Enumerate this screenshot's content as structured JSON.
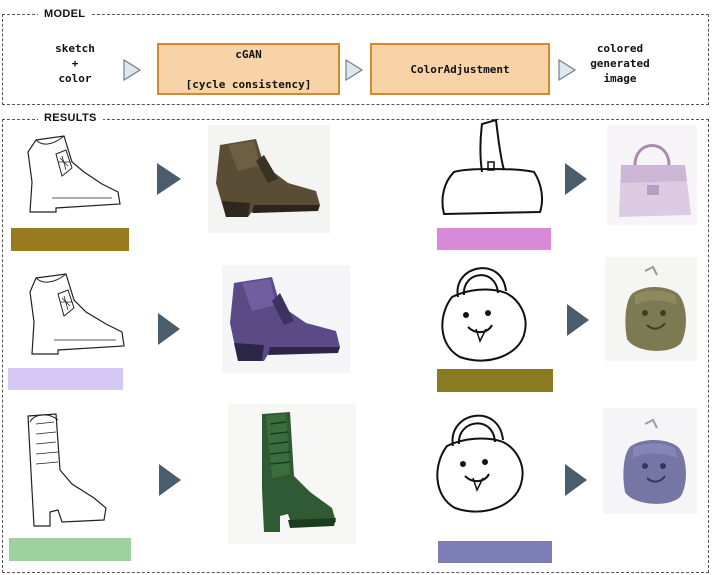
{
  "model": {
    "title": "MODEL",
    "input_line1": "sketch",
    "input_line2": "+",
    "input_line3": "color",
    "box1_line1": "cGAN",
    "box1_line2": "[cycle consistency]",
    "box2_label": "ColorAdjustment",
    "output_line1": "colored",
    "output_line2": "generated",
    "output_line3": "image",
    "box_fill": "#f9d3a8",
    "box_border": "#d38a2e"
  },
  "results": {
    "title": "RESULTS",
    "rows": [
      {
        "left": {
          "sketch_icon": "shoe-sketch-icon",
          "color": "#9a7a1e",
          "output_icon": "brown-shoe-image"
        },
        "right": {
          "sketch_icon": "bag-sketch-icon",
          "color": "#d88ad8",
          "output_icon": "pink-bag-image"
        }
      },
      {
        "left": {
          "sketch_icon": "shoe-sketch-icon",
          "color": "#d6c8f4",
          "output_icon": "purple-shoe-image"
        },
        "right": {
          "sketch_icon": "round-bag-sketch-icon",
          "color": "#8a7b22",
          "output_icon": "olive-bag-image"
        }
      },
      {
        "left": {
          "sketch_icon": "boot-sketch-icon",
          "color": "#9ed1a0",
          "output_icon": "green-boot-image"
        },
        "right": {
          "sketch_icon": "round-bag-sketch-icon",
          "color": "#7d7db5",
          "output_icon": "blue-bag-image"
        }
      }
    ]
  }
}
